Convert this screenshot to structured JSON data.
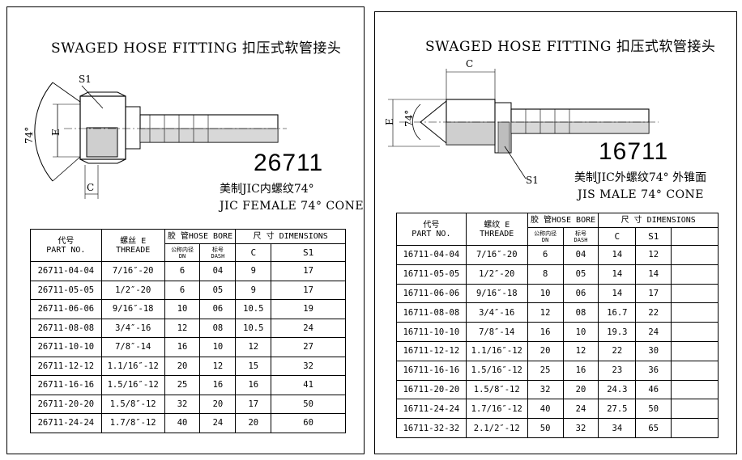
{
  "left": {
    "title": "SWAGED HOSE FITTING  扣压式软管接头",
    "part_number": "26711",
    "name_cn": "美制JIC内螺纹74°",
    "name_en": "JIC FEMALE 74° CONE",
    "drawing_labels": {
      "s1": "S1",
      "e": "E",
      "angle": "74°",
      "c": "C"
    },
    "table": {
      "h_code_cn": "代号",
      "h_code_en": "PART NO.",
      "h_thread_cn": "螺丝 E",
      "h_thread_en": "THREADE",
      "h_hose": "胶 管HOSE BORE",
      "h_dn_cn": "公称内径",
      "h_dn": "DN",
      "h_dash_cn": "标号",
      "h_dash": "DASH",
      "h_dim": "尺 寸 DIMENSIONS",
      "h_c": "C",
      "h_s1": "S1",
      "rows": [
        [
          "26711-04-04",
          "7/16″-20",
          "6",
          "04",
          "9",
          "17"
        ],
        [
          "26711-05-05",
          "1/2″-20",
          "6",
          "05",
          "9",
          "17"
        ],
        [
          "26711-06-06",
          "9/16″-18",
          "10",
          "06",
          "10.5",
          "19"
        ],
        [
          "26711-08-08",
          "3/4″-16",
          "12",
          "08",
          "10.5",
          "24"
        ],
        [
          "26711-10-10",
          "7/8″-14",
          "16",
          "10",
          "12",
          "27"
        ],
        [
          "26711-12-12",
          "1.1/16″-12",
          "20",
          "12",
          "15",
          "32"
        ],
        [
          "26711-16-16",
          "1.5/16″-12",
          "25",
          "16",
          "16",
          "41"
        ],
        [
          "26711-20-20",
          "1.5/8″-12",
          "32",
          "20",
          "17",
          "50"
        ],
        [
          "26711-24-24",
          "1.7/8″-12",
          "40",
          "24",
          "20",
          "60"
        ]
      ]
    }
  },
  "right": {
    "title": "SWAGED HOSE FITTING  扣压式软管接头",
    "part_number": "16711",
    "name_cn": "美制JIC外螺纹74° 外锥面",
    "name_en": "JIS MALE 74°  CONE",
    "drawing_labels": {
      "s1": "S1",
      "e": "E",
      "angle": "74°",
      "c": "C"
    },
    "table": {
      "h_code_cn": "代号",
      "h_code_en": "PART NO.",
      "h_thread_cn": "螺纹 E",
      "h_thread_en": "THREADE",
      "h_hose": "胶 管HOSE BORE",
      "h_dn_cn": "公称内径",
      "h_dn": "DN",
      "h_dash_cn": "标号",
      "h_dash": "DASH",
      "h_dim": "尺 寸 DIMENSIONS",
      "h_c": "C",
      "h_s1": "S1",
      "rows": [
        [
          "16711-04-04",
          "7/16″-20",
          "6",
          "04",
          "14",
          "12"
        ],
        [
          "16711-05-05",
          "1/2″-20",
          "8",
          "05",
          "14",
          "14"
        ],
        [
          "16711-06-06",
          "9/16″-18",
          "10",
          "06",
          "14",
          "17"
        ],
        [
          "16711-08-08",
          "3/4″-16",
          "12",
          "08",
          "16.7",
          "22"
        ],
        [
          "16711-10-10",
          "7/8″-14",
          "16",
          "10",
          "19.3",
          "24"
        ],
        [
          "16711-12-12",
          "1.1/16″-12",
          "20",
          "12",
          "22",
          "30"
        ],
        [
          "16711-16-16",
          "1.5/16″-12",
          "25",
          "16",
          "23",
          "36"
        ],
        [
          "16711-20-20",
          "1.5/8″-12",
          "32",
          "20",
          "24.3",
          "46"
        ],
        [
          "16711-24-24",
          "1.7/16″-12",
          "40",
          "24",
          "27.5",
          "50"
        ],
        [
          "16711-32-32",
          "2.1/2″-12",
          "50",
          "32",
          "34",
          "65"
        ]
      ]
    }
  }
}
